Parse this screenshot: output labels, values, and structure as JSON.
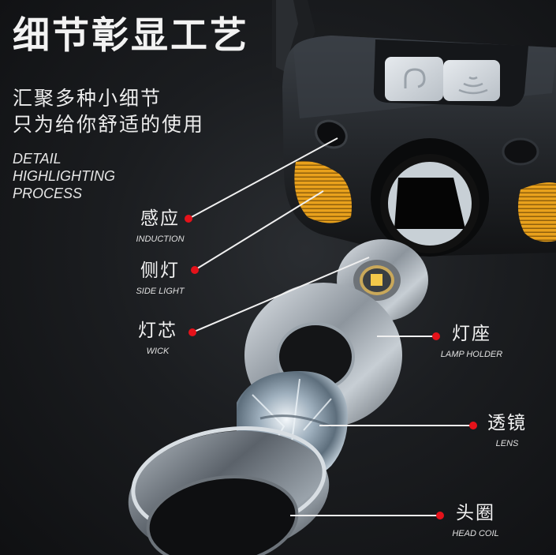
{
  "header": {
    "title": "细节彰显工艺",
    "subtitle_lines": [
      "汇聚多种小细节",
      "只为给你舒适的使用"
    ],
    "english_lines": [
      "DETAIL",
      "HIGHLIGHTING",
      "PROCESS"
    ]
  },
  "callouts": [
    {
      "id": "induction",
      "cn": "感应",
      "en": "INDUCTION"
    },
    {
      "id": "side-light",
      "cn": "侧灯",
      "en": "SIDE LIGHT"
    },
    {
      "id": "wick",
      "cn": "灯芯",
      "en": "WICK"
    },
    {
      "id": "lamp-holder",
      "cn": "灯座",
      "en": "LAMP HOLDER"
    },
    {
      "id": "lens",
      "cn": "透镜",
      "en": "LENS"
    },
    {
      "id": "head-coil",
      "cn": "头圈",
      "en": "HEAD COIL"
    }
  ],
  "colors": {
    "accent_dot": "#e5121a",
    "side_light": "#e9a11c",
    "led_chip": "#f3c84a",
    "background": "#1b1d20"
  },
  "device": {
    "buttons": [
      "power-icon",
      "sensor-wave-icon"
    ]
  }
}
